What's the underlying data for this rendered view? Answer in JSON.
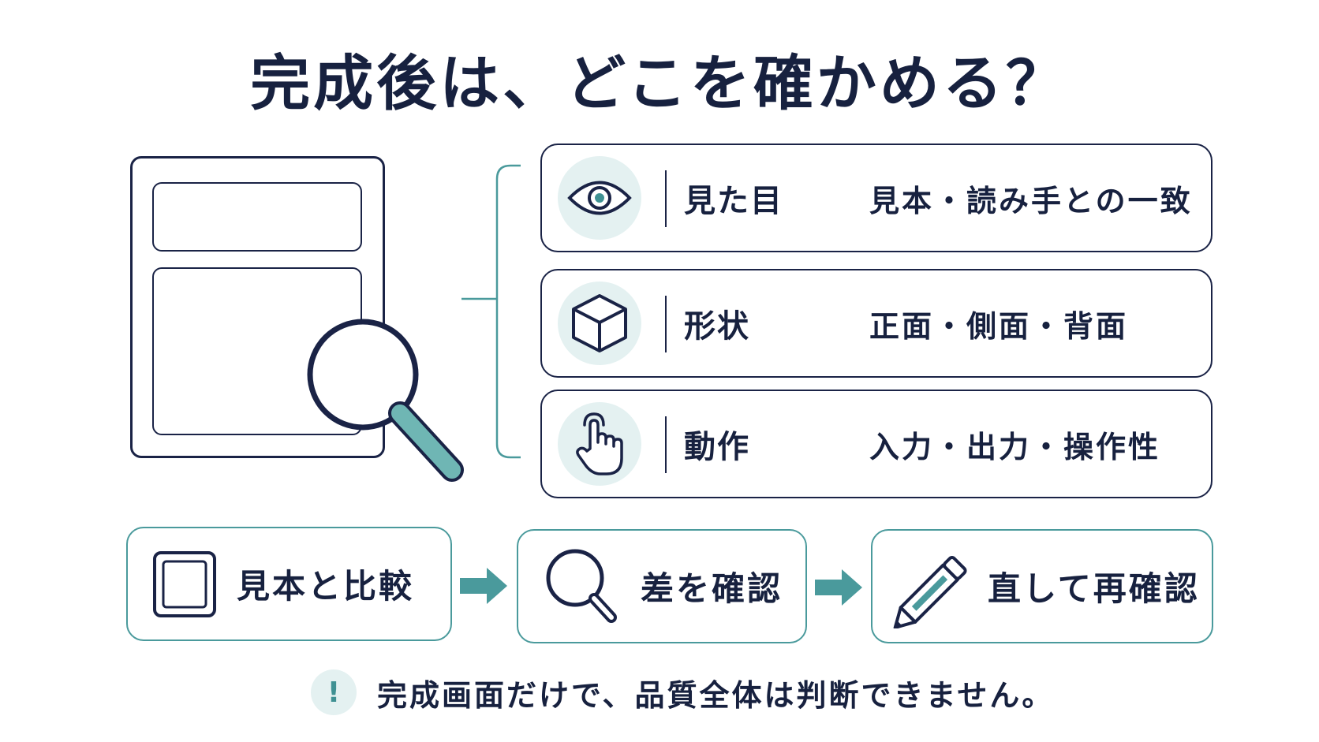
{
  "title": "完成後は、どこを確かめる？",
  "colors": {
    "navy": "#1a2346",
    "teal": "#4a9a9c",
    "teal_light": "#e4f1f1",
    "white": "#ffffff"
  },
  "illustration": {
    "icon": "document-with-magnifier-icon"
  },
  "checks": [
    {
      "icon": "eye-icon",
      "label": "見た目",
      "desc": "見本・読み手との一致"
    },
    {
      "icon": "cube-icon",
      "label": "形状",
      "desc": "正面・側面・背面"
    },
    {
      "icon": "pointer-hand-icon",
      "label": "動作",
      "desc": "入力・出力・操作性"
    }
  ],
  "steps": [
    {
      "icon": "document-frame-icon",
      "label": "見本と比較"
    },
    {
      "icon": "search-icon",
      "label": "差を確認"
    },
    {
      "icon": "pencil-icon",
      "label": "直して再確認"
    }
  ],
  "note": {
    "icon_glyph": "!",
    "text": "完成画面だけで、品質全体は判断できません。"
  }
}
